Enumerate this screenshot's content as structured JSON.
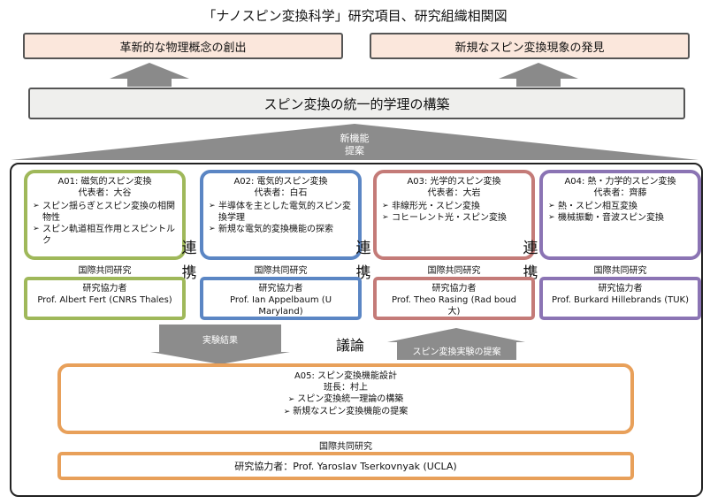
{
  "title": "「ナノスピン変換科学」研究項目、研究組織相関図",
  "goals": [
    {
      "label": "革新的な物理概念の創出"
    },
    {
      "label": "新規なスピン変換現象の発見"
    }
  ],
  "unified_theory": "スピン変換の統一的学理の構築",
  "new_function": {
    "line1": "新機能",
    "line2": "提案"
  },
  "groups": [
    {
      "head": "A01: 磁気的スピン変換",
      "rep": "代表者：大谷",
      "items": [
        "スピン揺らぎとスピン変換の相関物性",
        "スピン軌道相互作用とスピントルク"
      ],
      "intl": "国際共同研究",
      "collab_title": "研究協力者",
      "collab_name": "Prof. Albert Fert (CNRS Thales)",
      "color": "#9fb85a"
    },
    {
      "head": "A02: 電気的スピン変換",
      "rep": "代表者：白石",
      "items": [
        "半導体を主とした電気的スピン変換学理",
        "新規な電気的変換機能の探索"
      ],
      "intl": "国際共同研究",
      "collab_title": "研究協力者",
      "collab_name": "Prof. Ian Appelbaum (U Maryland)",
      "color": "#5b86c4"
    },
    {
      "head": "A03: 光学的スピン変換",
      "rep": "代表者：大岩",
      "items": [
        "非線形光・スピン変換",
        "コヒーレント光・スピン変換"
      ],
      "intl": "国際共同研究",
      "collab_title": "研究協力者",
      "collab_name": "Prof. Theo Rasing (Rad boud 大)",
      "color": "#c47b78"
    },
    {
      "head": "A04: 熱・力学的スピン変換",
      "rep": "代表者：齊藤",
      "items": [
        "熱・スピン相互変換",
        "機械振動・音波スピン変換"
      ],
      "intl": "国際共同研究",
      "collab_title": "研究協力者",
      "collab_name": "Prof. Burkard Hillebrands (TUK)",
      "color": "#8b74b4"
    }
  ],
  "link_kanji": {
    "top": "連",
    "bottom": "携"
  },
  "arrows": {
    "down_label": "実験結果",
    "up_label": "スピン変換実験の提案",
    "discussion": "議論"
  },
  "a05": {
    "head": "A05: スピン変換機能設計",
    "leader": "班長：村上",
    "items": [
      "スピン変換統一理論の構築",
      "新規なスピン変換機能の提案"
    ],
    "intl": "国際共同研究",
    "collab": "研究協力者：Prof. Yaroslav Tserkovnyak (UCLA)",
    "color": "#e8a05a"
  }
}
